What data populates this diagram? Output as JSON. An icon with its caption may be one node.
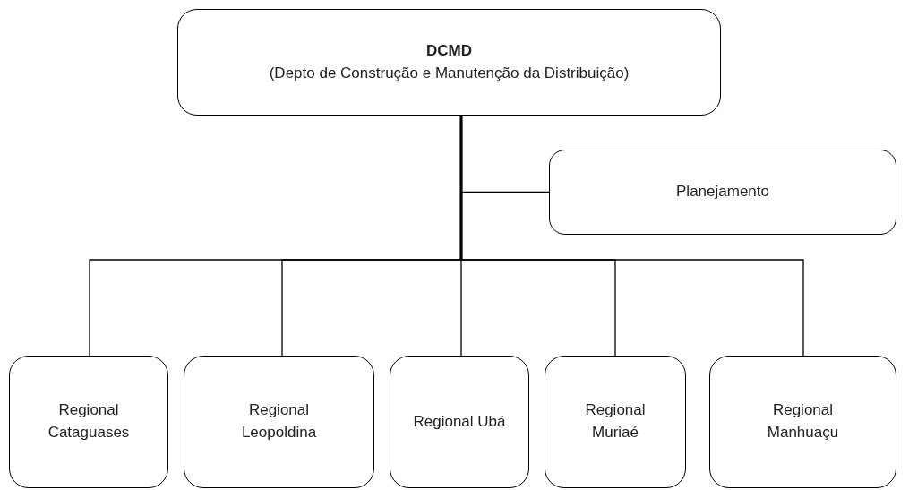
{
  "diagram": {
    "nodes": [
      {
        "text": [
          "DCMD",
          "(Depto de Construção e Manutenção da Distribuição)"
        ]
      },
      {
        "text": [
          "Planejamento"
        ]
      },
      {
        "text": [
          "Regional Cataguases"
        ]
      },
      {
        "text": [
          "Regional Leopoldina"
        ]
      },
      {
        "text": [
          "Regional Ubá"
        ]
      },
      {
        "text": [
          "Regional Muriaé"
        ]
      },
      {
        "text": [
          "Regional Manhuaçu"
        ]
      }
    ],
    "edges": [
      {
        "from": 0,
        "to": 1,
        "arrow": "none"
      },
      {
        "from": 0,
        "to": 2,
        "arrow": "none"
      },
      {
        "from": 0,
        "to": 3,
        "arrow": "none"
      },
      {
        "from": 0,
        "to": 4,
        "arrow": "none"
      },
      {
        "from": 0,
        "to": 5,
        "arrow": "none"
      },
      {
        "from": 0,
        "to": 6,
        "arrow": "none"
      }
    ]
  }
}
